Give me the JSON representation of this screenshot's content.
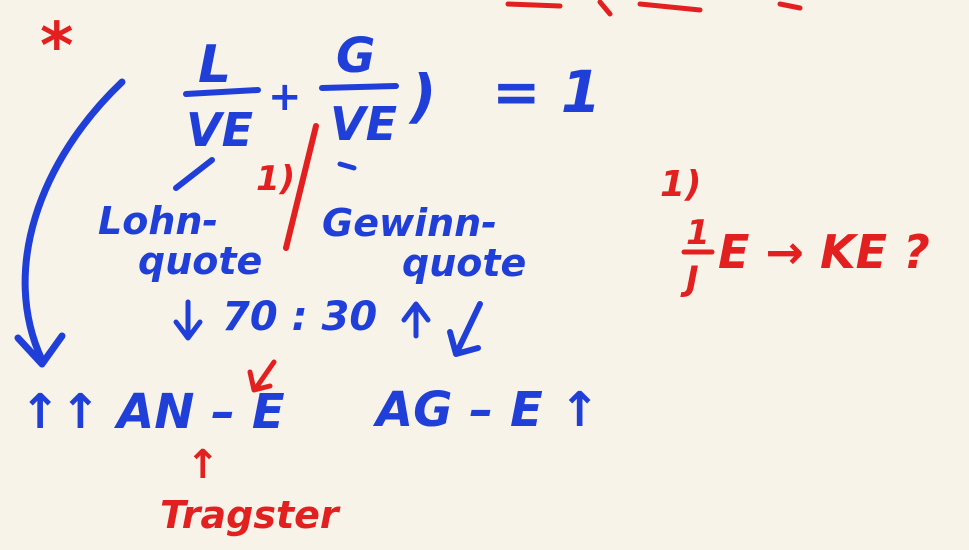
{
  "notes": {
    "star": "*",
    "frac1_num": "L",
    "frac1_den": "VE",
    "plus": "+",
    "frac2_num": "G",
    "frac2_den": "VE",
    "paren": ")",
    "equals": "= 1",
    "label_one_center": "1)",
    "wage_line1": "Lohn-",
    "wage_line2": "quote",
    "profit_line1": "Gewinn-",
    "profit_line2": "quote",
    "ratio": "70 : 30",
    "an_e": "↑↑ AN – E",
    "ag_e": "AG – E ↑",
    "up_arrow": "↑",
    "tragerin": "Tragster",
    "label_one_right": "1)",
    "right_num": "1",
    "right_den": "J",
    "right_expr": "E → KE ?"
  },
  "colors": {
    "blue": "#1f3fd8",
    "red": "#e32020",
    "background": "#f7f3e8"
  }
}
